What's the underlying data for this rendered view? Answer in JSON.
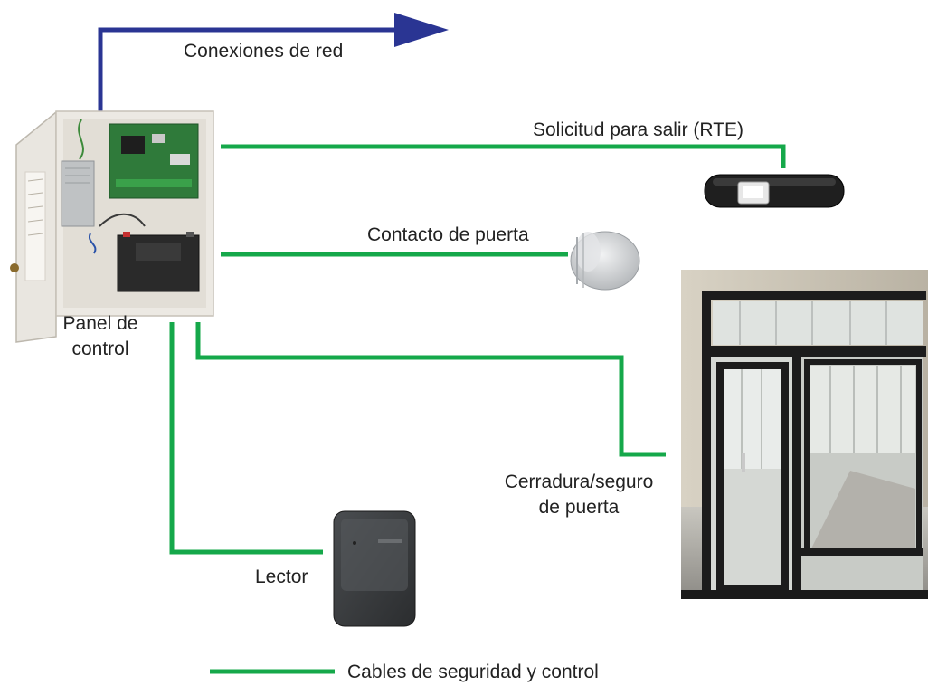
{
  "diagram": {
    "colors": {
      "network_line": "#2a3593",
      "control_line": "#15a84a",
      "text": "#222222"
    },
    "labels": {
      "network": "Conexiones de red",
      "rte": "Solicitud para salir (RTE)",
      "door_contact": "Contacto de puerta",
      "control_panel_line1": "Panel de",
      "control_panel_line2": "control",
      "lock_line1": "Cerradura/seguro",
      "lock_line2": "de puerta",
      "reader": "Lector",
      "legend": "Cables de seguridad y control"
    },
    "icons": [
      "control-panel-icon",
      "rte-sensor-icon",
      "door-contact-icon",
      "door-photo-icon",
      "card-reader-icon"
    ]
  }
}
